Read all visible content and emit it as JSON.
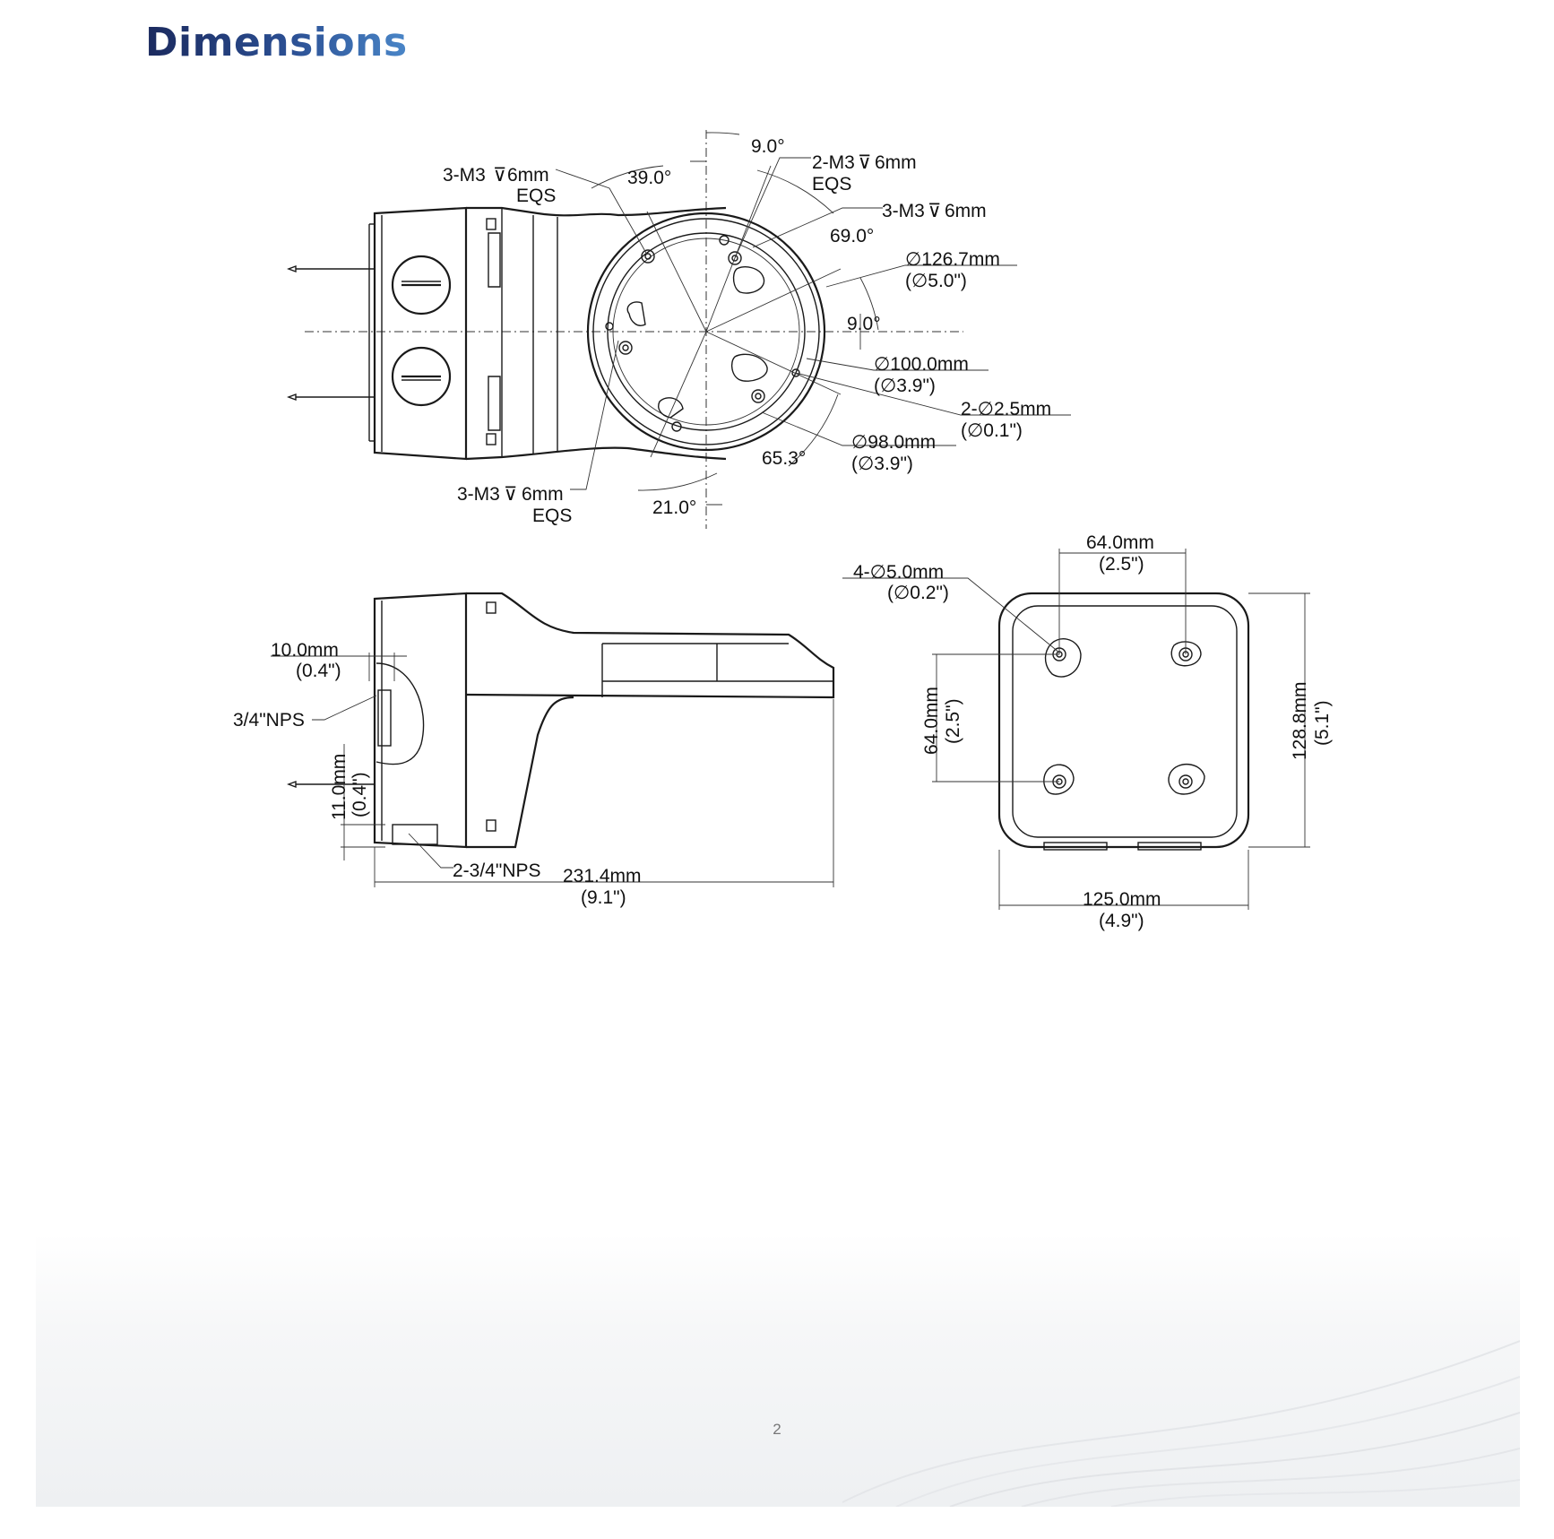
{
  "page": {
    "title": "Dimensions",
    "page_number": "2"
  },
  "top_view": {
    "labels": {
      "m3_top_left": "3-M3",
      "m3_top_left_depth": "6mm",
      "eqs_top_left": "EQS",
      "angle_39": "39.0°",
      "angle_9_top": "9.0°",
      "m3_2": "2-M3",
      "m3_2_depth": "6mm",
      "eqs_top_right": "EQS",
      "m3_right": "3-M3",
      "m3_right_depth": "6mm",
      "angle_69": "69.0°",
      "dia_126": "∅126.7mm",
      "dia_126_in": "(∅5.0\")",
      "angle_9_mid": "9.0°",
      "dia_100": "∅100.0mm",
      "dia_100_in": "(∅3.9\")",
      "dia_2_5": "2-∅2.5mm",
      "dia_2_5_in": "(∅0.1\")",
      "dia_98": "∅98.0mm",
      "dia_98_in": "(∅3.9\")",
      "angle_65": "65.3°",
      "m3_bottom": "3-M3",
      "m3_bottom_depth": "6mm",
      "eqs_bottom": "EQS",
      "angle_21": "21.0°"
    }
  },
  "side_view": {
    "labels": {
      "dim_10": "10.0mm",
      "dim_10_in": "(0.4\")",
      "nps": "3/4\"NPS",
      "dim_11": "11.0mm",
      "dim_11_in": "(0.4\")",
      "nps_2": "2-3/4\"NPS",
      "dim_231": "231.4mm",
      "dim_231_in": "(9.1\")"
    }
  },
  "back_view": {
    "labels": {
      "dim_64_top": "64.0mm",
      "dim_64_top_in": "(2.5\")",
      "holes": "4-∅5.0mm",
      "holes_in": "(∅0.2\")",
      "dim_64_left": "64.0mm",
      "dim_64_left_in": "(2.5\")",
      "dim_128": "128.8mm",
      "dim_128_in": "(5.1\")",
      "dim_125": "125.0mm",
      "dim_125_in": "(4.9\")"
    }
  }
}
